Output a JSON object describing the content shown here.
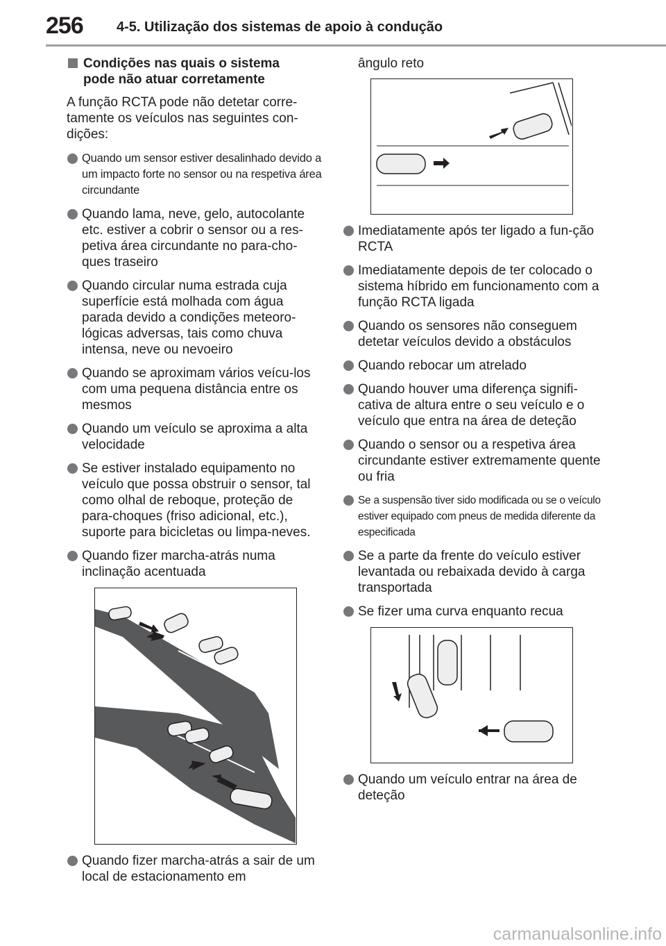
{
  "header": {
    "page_number": "256",
    "title": "4-5. Utilização dos sistemas de apoio à condução"
  },
  "section": {
    "heading_line1": "Condições nas quais o sistema",
    "heading_line2": "pode não atuar corretamente",
    "intro": "A função RCTA pode não detetar corre-tamente os veículos nas seguintes con-dições:"
  },
  "left_bullets": [
    "Quando um sensor estiver desalinhado devido a um impacto forte no sensor ou na respetiva área circundante",
    "Quando lama, neve, gelo, autocolante etc. estiver a cobrir o sensor ou a res-petiva área circundante no para-cho-ques traseiro",
    "Quando circular numa estrada cuja superfície está molhada com água parada devido a condições meteoro-lógicas adversas, tais como chuva intensa, neve ou nevoeiro",
    "Quando se aproximam vários veícu-los com uma pequena distância entre os mesmos",
    "Quando um veículo se aproxima a alta velocidade",
    "Se estiver instalado equipamento no veículo que possa obstruir o sensor, tal como olhal de reboque, proteção de para-choques (friso adicional, etc.), suporte para bicicletas ou limpa-neves.",
    "Quando fizer marcha-atrás numa inclinação acentuada"
  ],
  "left_last_bullet": "Quando fizer marcha-atrás a sair de um local de estacionamento em",
  "right_continuation": "ângulo reto",
  "right_bullets": [
    "Imediatamente após ter ligado a fun-ção RCTA",
    "Imediatamente depois de ter colocado o sistema híbrido em funcionamento com a função RCTA ligada",
    "Quando os sensores não conseguem detetar veículos devido a obstáculos",
    "Quando rebocar um atrelado",
    "Quando houver uma diferença signifi-cativa de altura entre o seu veículo e o veículo que entra na área de deteção",
    "Quando o sensor ou a respetiva área circundante estiver extremamente quente ou fria",
    "Se a suspensão tiver sido modificada ou se o veículo estiver equipado com pneus de medida diferente da especificada",
    "Se a parte da frente do veículo estiver levantada ou rebaixada devido à carga transportada",
    "Se fizer uma curva enquanto recua"
  ],
  "right_last_bullet": "Quando um veículo entrar na área de deteção",
  "watermark": "carmanualsonline.info",
  "colors": {
    "bullet_gray": "#77787b",
    "rule_gray": "#9d9fa2",
    "text": "#231f20"
  }
}
